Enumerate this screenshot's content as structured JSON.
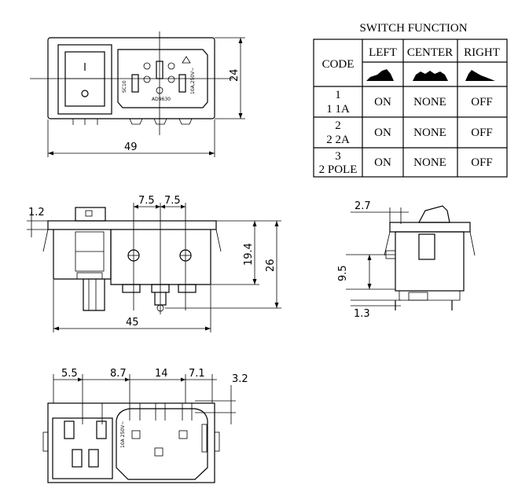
{
  "table": {
    "title": "SWITCH FUNCTION",
    "headers": {
      "code": "CODE",
      "left": "LEFT",
      "center": "CENTER",
      "right": "RIGHT"
    },
    "rows": [
      {
        "num": "1",
        "sub": "1 1A",
        "left": "ON",
        "center": "NONE",
        "right": "OFF"
      },
      {
        "num": "2",
        "sub": "2 2A",
        "left": "ON",
        "center": "NONE",
        "right": "OFF"
      },
      {
        "num": "3",
        "sub": "2 POLE",
        "left": "ON",
        "center": "NONE",
        "right": "OFF"
      }
    ]
  },
  "front_view": {
    "dim_width": "49",
    "dim_height": "24",
    "switch_on": "I",
    "switch_off": "O",
    "socket_text_left": "SC10",
    "socket_text_right": "10A,250V~",
    "socket_text_bottom": "AD9630"
  },
  "side_view": {
    "dim_a": "7.5",
    "dim_b": "7.5",
    "dim_flange": "1.2",
    "dim_19_4": "19.4",
    "dim_26": "26",
    "dim_45": "45"
  },
  "right_view": {
    "dim_2_7": "2.7",
    "dim_9_5": "9.5",
    "dim_1_3": "1.3"
  },
  "bottom_view": {
    "dim_5_5": "5.5",
    "dim_8_7": "8.7",
    "dim_14": "14",
    "dim_7_1": "7.1",
    "dim_3_2": "3.2",
    "label_text": "10A 250V~"
  }
}
